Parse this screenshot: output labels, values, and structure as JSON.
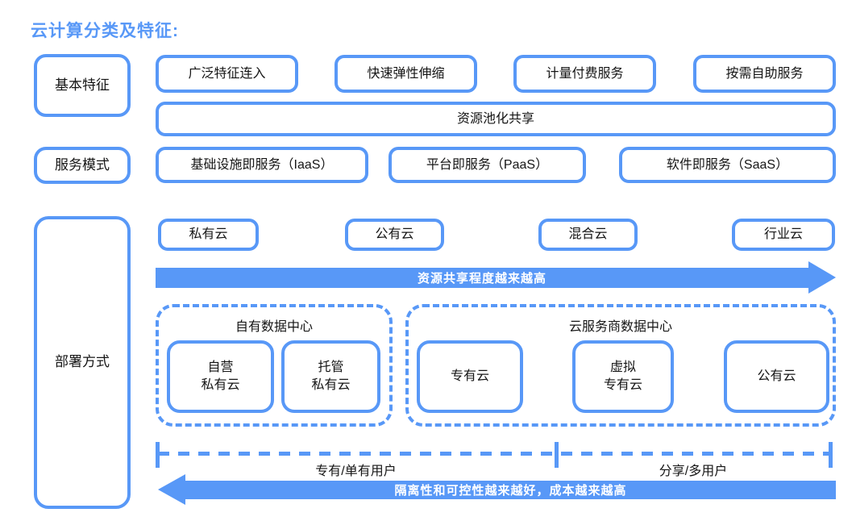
{
  "title": "云计算分类及特征:",
  "colors": {
    "accent": "#5898F7",
    "text": "#151515",
    "arrow_text": "#FFFFFF"
  },
  "rows": {
    "basic": {
      "label": "基本特征",
      "items": [
        "广泛特征连入",
        "快速弹性伸缩",
        "计量付费服务",
        "按需自助服务"
      ],
      "wide": "资源池化共享"
    },
    "service": {
      "label": "服务模式",
      "items": [
        "基础设施即服务（IaaS）",
        "平台即服务（PaaS）",
        "软件即服务（SaaS）"
      ]
    },
    "deployment": {
      "label": "部署方式",
      "clouds": [
        "私有云",
        "公有云",
        "混合云",
        "行业云"
      ],
      "share_arrow": "资源共享程度越来越高",
      "own_dc": {
        "title": "自有数据中心",
        "items": [
          "自营\n私有云",
          "托管\n私有云"
        ]
      },
      "provider_dc": {
        "title": "云服务商数据中心",
        "items": [
          "专有云",
          "虚拟\n专有云",
          "公有云"
        ]
      },
      "axis": {
        "left_label": "专有/单有用户",
        "right_label": "分享/多用户"
      },
      "isolation_arrow": "隔离性和可控性越来越好，成本越来越高"
    }
  }
}
